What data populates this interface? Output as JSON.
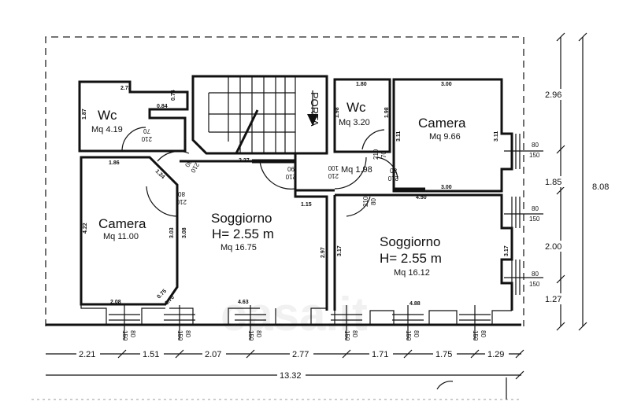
{
  "rooms": {
    "wc_left": {
      "name": "Wc",
      "area": "Mq 4.19"
    },
    "wc_right": {
      "name": "Wc",
      "area": "Mq 3.20"
    },
    "camera_left": {
      "name": "Camera",
      "area": "Mq 11.00"
    },
    "camera_right": {
      "name": "Camera",
      "area": "Mq 9.66"
    },
    "soggiorno_left": {
      "name": "Soggiorno",
      "height": "H= 2.55 m",
      "area": "Mq 16.75"
    },
    "soggiorno_right": {
      "name": "Soggiorno",
      "height": "H= 2.55 m",
      "area": "Mq 16.12"
    },
    "corridor": {
      "area": "Mq 1.98"
    },
    "stairs": {
      "label": "PORTA"
    }
  },
  "wall_dims": [
    "2.73",
    "0.74",
    "0.84",
    "1.87",
    "1.86",
    "1.24",
    "2.27",
    "1.15",
    "3.03",
    "3.08",
    "0.75",
    "0.70",
    "2.08",
    "4.22",
    "4.63",
    "2.97",
    "3.17",
    "3.17",
    "4.88",
    "1.80",
    "3.00",
    "3.11",
    "3.11",
    "3.00",
    "4.50",
    "1.98",
    "1.98"
  ],
  "doors": [
    {
      "h": "210",
      "w": "70"
    },
    {
      "h": "210",
      "w": "80"
    },
    {
      "h": "210",
      "w": "80"
    },
    {
      "h": "210",
      "w": "90"
    },
    {
      "h": "210",
      "w": "100"
    },
    {
      "h": "210",
      "w": "70"
    },
    {
      "h": "210",
      "w": "80"
    },
    {
      "h": "210",
      "w": "80"
    }
  ],
  "windows_right": [
    {
      "w": "80",
      "h": "150"
    },
    {
      "w": "80",
      "h": "150"
    },
    {
      "w": "80",
      "h": "150"
    }
  ],
  "windows_bottom": [
    {
      "h": "150",
      "w": "80"
    },
    {
      "h": "150",
      "w": "80"
    },
    {
      "h": "150",
      "w": "80"
    },
    {
      "h": "150",
      "w": "80"
    },
    {
      "h": "150",
      "w": "80"
    },
    {
      "h": "150",
      "w": "80"
    }
  ],
  "bottom_dims": [
    "2.21",
    "1.51",
    "2.07",
    "2.77",
    "1.71",
    "1.75",
    "1.29"
  ],
  "total_width": "13.32",
  "right_dims": [
    "2.96",
    "1.85",
    "2.00",
    "1.27"
  ],
  "total_depth": "8.08",
  "watermark": "casa.it"
}
